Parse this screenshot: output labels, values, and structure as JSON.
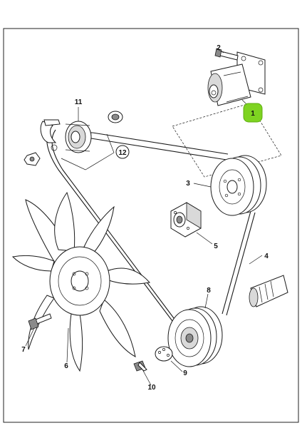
{
  "diagram": {
    "callouts": [
      {
        "id": "1",
        "label": "1",
        "highlighted": true
      },
      {
        "id": "2",
        "label": "2"
      },
      {
        "id": "3",
        "label": "3"
      },
      {
        "id": "4",
        "label": "4"
      },
      {
        "id": "5",
        "label": "5"
      },
      {
        "id": "6",
        "label": "6"
      },
      {
        "id": "7",
        "label": "7"
      },
      {
        "id": "8",
        "label": "8"
      },
      {
        "id": "9",
        "label": "9"
      },
      {
        "id": "10",
        "label": "10"
      },
      {
        "id": "11",
        "label": "11"
      },
      {
        "id": "12",
        "label": "12",
        "circled": true
      }
    ],
    "highlight_color": "#7ed321",
    "line_color": "#1a1a1a"
  }
}
